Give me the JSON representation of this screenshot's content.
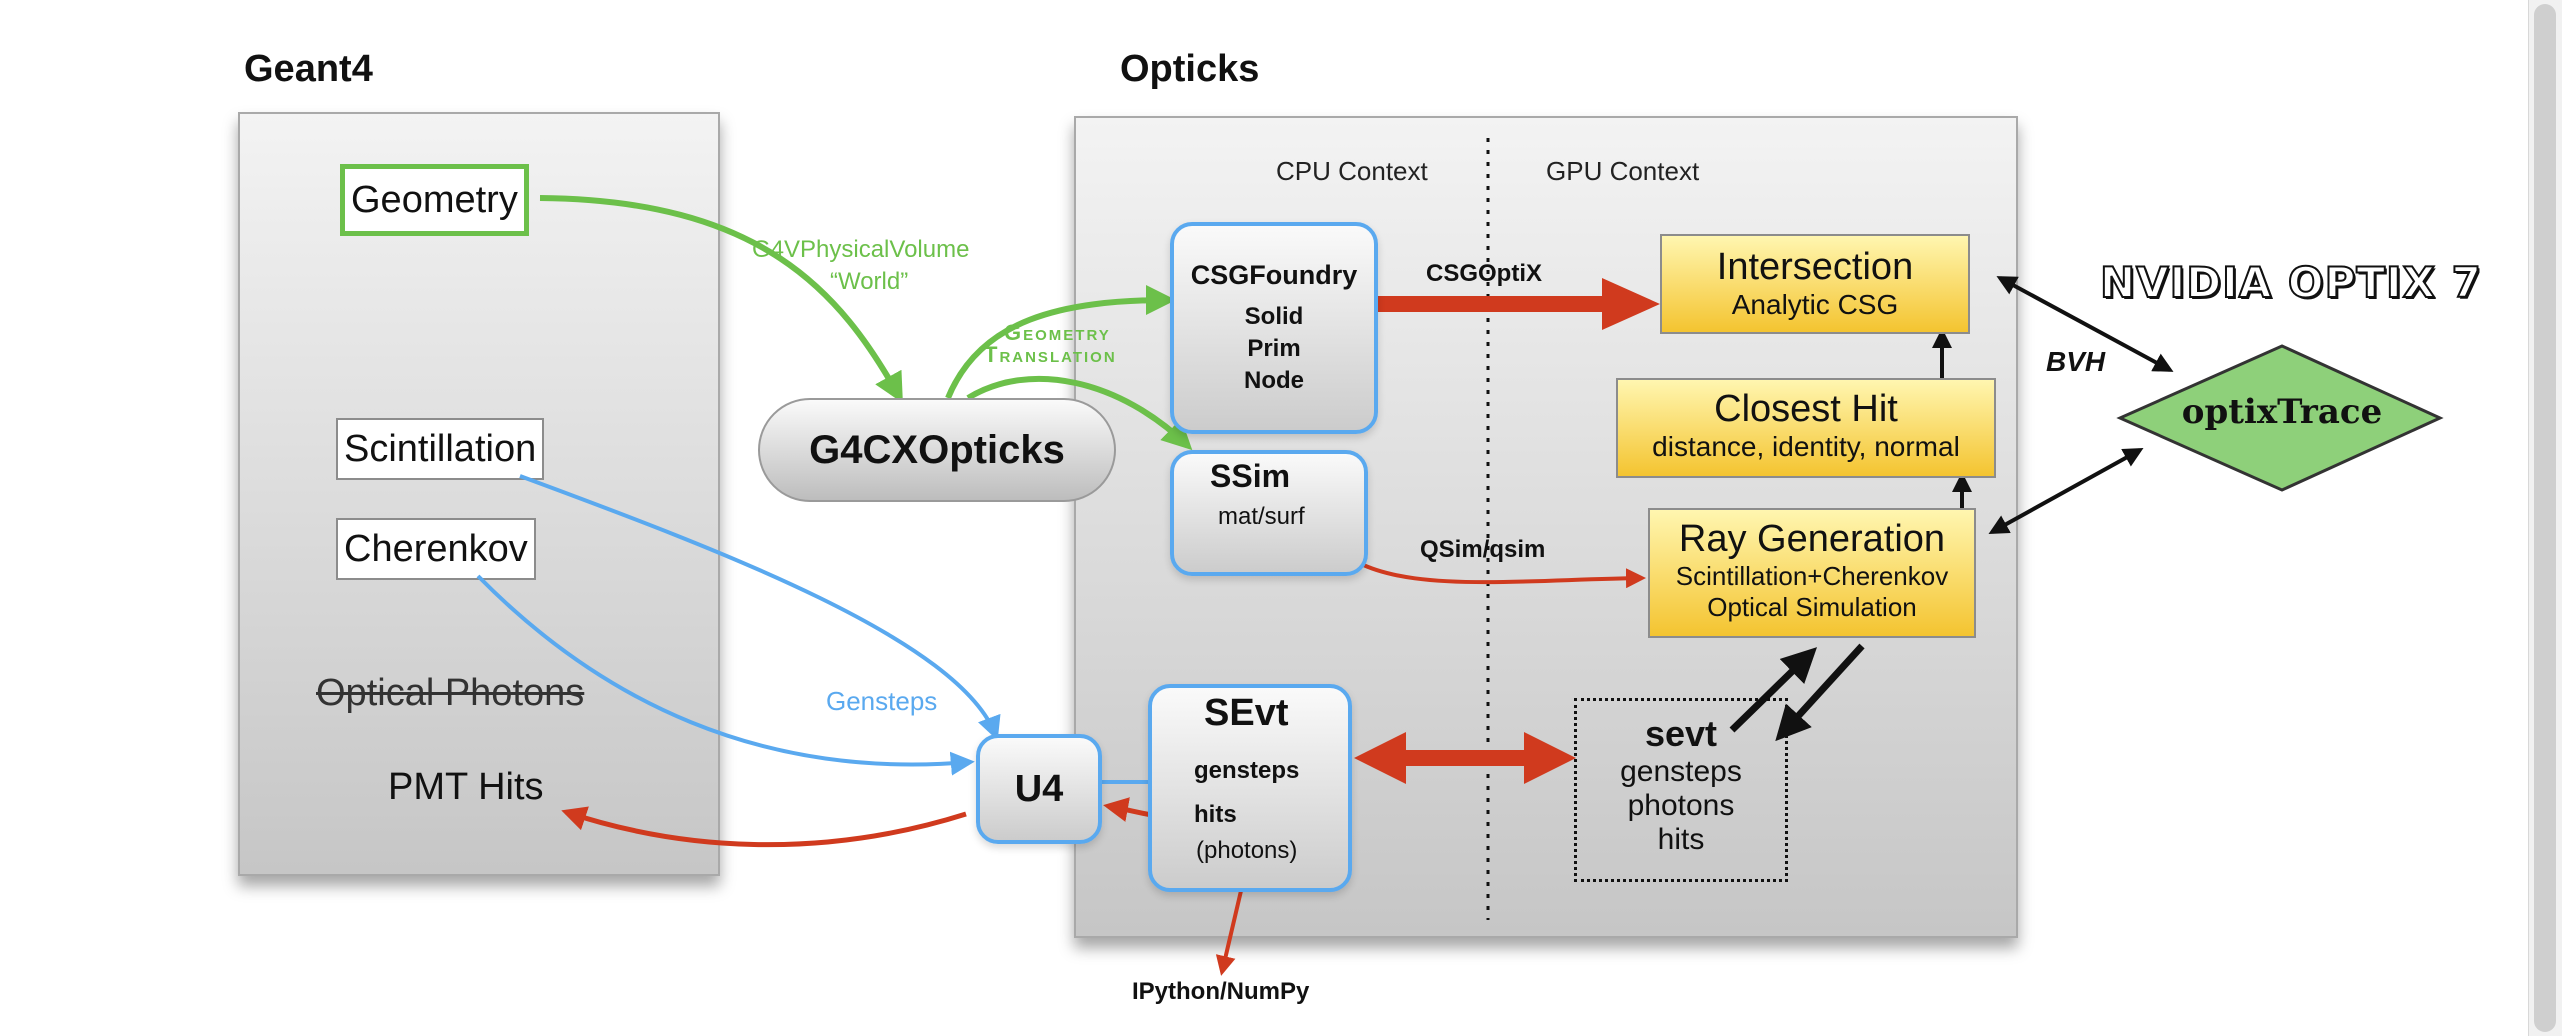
{
  "geant4": {
    "title": "Geant4",
    "geometry": "Geometry",
    "scintillation": "Scintillation",
    "cherenkov": "Cherenkov",
    "optical_photons": "Optical Photons",
    "pmt_hits": "PMT Hits"
  },
  "opticks": {
    "title": "Opticks",
    "cpu_context": "CPU Context",
    "gpu_context": "GPU Context"
  },
  "nodes": {
    "g4cx": "G4CXOpticks",
    "csgfoundry": {
      "title": "CSGFoundry",
      "lines": [
        "Solid",
        "Prim",
        "Node"
      ]
    },
    "ssim": {
      "title": "SSim",
      "sub": "mat/surf"
    },
    "sevt_cpu": {
      "title": "SEvt",
      "gensteps": "gensteps",
      "hits": "hits",
      "photons": "(photons)"
    },
    "u4": "U4",
    "intersection": {
      "title": "Intersection",
      "sub": "Analytic CSG"
    },
    "closest_hit": {
      "title": "Closest Hit",
      "sub": "distance, identity, normal"
    },
    "ray_generation": {
      "title": "Ray Generation",
      "sub1": "Scintillation+Cherenkov",
      "sub2": "Optical Simulation"
    },
    "sevt_gpu": {
      "title": "sevt",
      "lines": [
        "gensteps",
        "photons",
        "hits"
      ]
    },
    "optix_trace": "optixTrace"
  },
  "edge_labels": {
    "g4pv_line1": "G4VPhysicalVolume",
    "g4pv_line2": "“World”",
    "geom_trans_line1": "Geometry",
    "geom_trans_line2": "Translation",
    "gensteps": "Gensteps",
    "csgoptix": "CSGOptiX",
    "qsim": "QSim/qsim",
    "bvh": "BVH",
    "ipython": "IPython/NumPy"
  },
  "brand": {
    "nvidia": "NVIDIA OPTIX 7"
  },
  "colors": {
    "green": "#6cc04a",
    "blue": "#5aa9ef",
    "red": "#d03a1e",
    "black": "#111111",
    "yellow": "#f4c430",
    "diamond": "#8ed07a"
  }
}
